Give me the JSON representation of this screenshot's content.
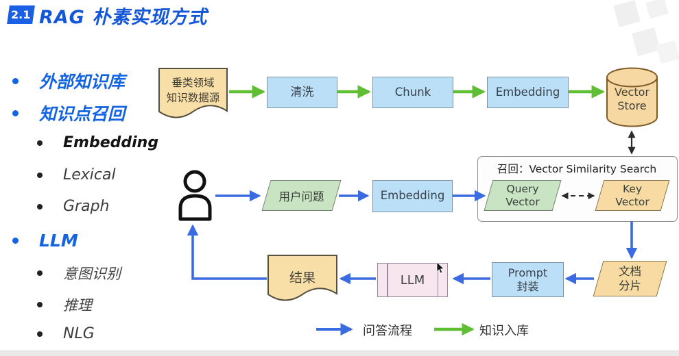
{
  "title": {
    "badge": "2.1",
    "text": "RAG 朴素实现方式"
  },
  "outline": {
    "items": [
      {
        "label": "外部知识库",
        "level": 1
      },
      {
        "label": "知识点召回",
        "level": 1
      },
      {
        "label": "Embedding",
        "level": 2
      },
      {
        "label": "Lexical",
        "level": 2
      },
      {
        "label": "Graph",
        "level": 2
      },
      {
        "label": "LLM",
        "level": 1
      },
      {
        "label": "意图识别",
        "level": 2
      },
      {
        "label": "推理",
        "level": 2
      },
      {
        "label": "NLG",
        "level": 2
      }
    ]
  },
  "nodes": {
    "source_doc_line1": "垂类领域",
    "source_doc_line2": "知识数据源",
    "clean": "清洗",
    "chunk": "Chunk",
    "embedding_ingest": "Embedding",
    "vector_store_line1": "Vector",
    "vector_store_line2": "Store",
    "user_question": "用户问题",
    "embedding_query": "Embedding",
    "recall_title": "召回：Vector Similarity Search",
    "query_vector_line1": "Query",
    "query_vector_line2": "Vector",
    "key_vector_line1": "Key",
    "key_vector_line2": "Vector",
    "doc_chunks_line1": "文档",
    "doc_chunks_line2": "分片",
    "prompt_line1": "Prompt",
    "prompt_line2": "封装",
    "llm": "LLM",
    "result": "结果"
  },
  "legend": {
    "qa_label": "问答流程",
    "ingest_label": "知识入库"
  },
  "colors": {
    "accent_blue": "#1356d8",
    "arrow_blue": "#3a6be0",
    "arrow_green": "#5fbe34",
    "box_blue": "#bbdff7",
    "shape_green": "#c8e4c2",
    "shape_tan": "#f8dba2",
    "shape_pink": "#f7e6ee"
  }
}
